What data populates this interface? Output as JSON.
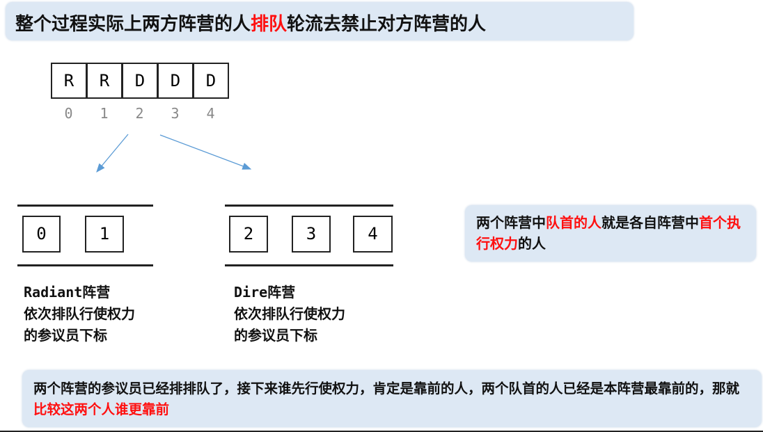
{
  "title": {
    "part1": "整个过程实际上两方阵营的人",
    "highlight": "排队",
    "part2": "轮流去禁止对方阵营的人"
  },
  "senate": {
    "cells": [
      "R",
      "R",
      "D",
      "D",
      "D"
    ],
    "indices": [
      "0",
      "1",
      "2",
      "3",
      "4"
    ]
  },
  "radiant": {
    "queue": [
      "0",
      "1"
    ],
    "label_name": "Radiant",
    "label_suffix": "阵营",
    "line2": "依次排队行使权力",
    "line3": "的参议员下标"
  },
  "dire": {
    "queue": [
      "2",
      "3",
      "4"
    ],
    "label_name": "Dire",
    "label_suffix": "阵营",
    "line2": "依次排队行使权力",
    "line3": "的参议员下标"
  },
  "note_right": {
    "p1": "两个阵营中",
    "r1": "队首的人",
    "p2": "就是各自阵营中",
    "r2": "首个执行权力",
    "p3": "的人"
  },
  "note_bottom": {
    "p1": "两个阵营的参议员已经排排队了，接下来谁先行使权力，肯定是靠前的人，两个队首的人已经是本阵营最靠前的，那就",
    "r1": "比较这两个人谁更靠前"
  },
  "colors": {
    "highlight": "#ff1010",
    "callout_bg": "#dde8f4",
    "arrow": "#5b9bd5"
  }
}
